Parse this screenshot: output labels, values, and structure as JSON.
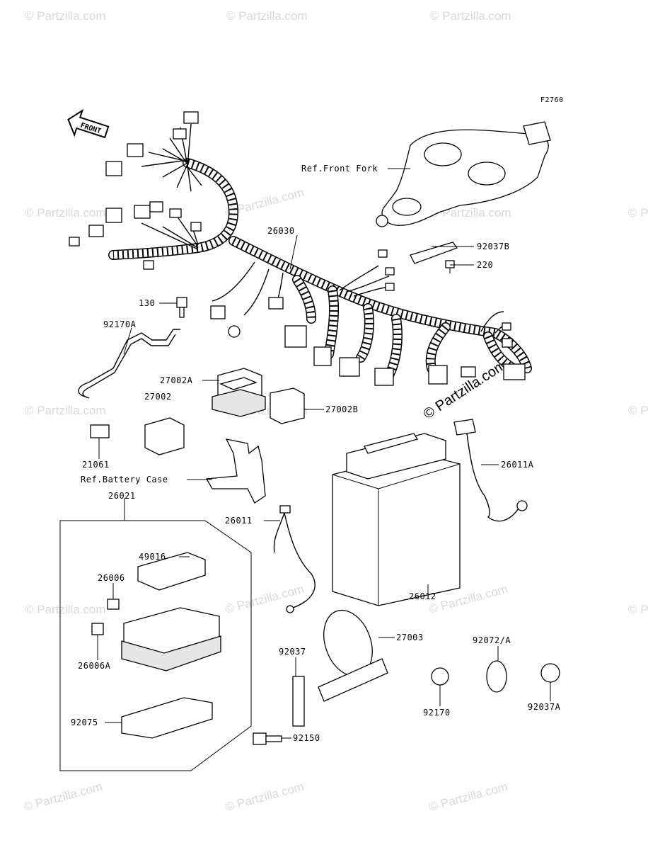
{
  "figure_code": "F2760",
  "front_arrow_label": "FRONT",
  "watermark": "© Partzilla.com",
  "watermark_main": "© Partzilla.com",
  "parts": {
    "p26030": "26030",
    "p92037B": "92037B",
    "p220": "220",
    "p130": "130",
    "p92170A": "92170A",
    "p27002A": "27002A",
    "p27002": "27002",
    "p27002B": "27002B",
    "p21061": "21061",
    "p26011A": "26011A",
    "p26021": "26021",
    "p26011": "26011",
    "p49016": "49016",
    "p26006": "26006",
    "p26006A": "26006A",
    "p26012": "26012",
    "p27003": "27003",
    "p92037": "92037",
    "p92072A": "92072/A",
    "p92170": "92170",
    "p92037A": "92037A",
    "p92075": "92075",
    "p92150": "92150"
  },
  "refs": {
    "front_fork": "Ref.Front Fork",
    "battery_case": "Ref.Battery Case"
  }
}
